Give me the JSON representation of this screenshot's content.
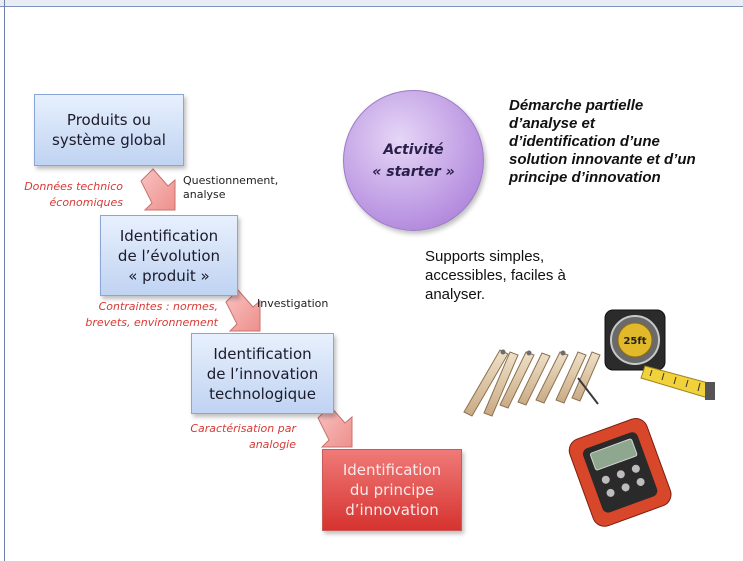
{
  "boxes": {
    "produits": "Produits ou\nsystème global",
    "evolution": "Identification\nde l’évolution\n« produit »",
    "innovation": "Identification\nde l’innovation\ntechnologique",
    "principe": "Identification\ndu principe\nd’innovation"
  },
  "labels": {
    "questionnement": "Questionnement,\nanalyse",
    "investigation": "Investigation",
    "donnees": "Données technico\néconomiques",
    "contraintes": "Contraintes : normes,\nbrevets, environnement",
    "caracterisation": "Caractérisation par\nanalogie"
  },
  "activite": "Activité\n« starter »",
  "title": "Démarche partielle\nd’analyse et\nd’identification d’une\nsolution innovante et d’un\nprincipe d’innovation",
  "supports": "Supports simples,\naccessibles, faciles à\nanalyser.",
  "colors": {
    "box_blue": "#c0d3f2",
    "box_red": "#d6332f",
    "arrow_pink": "#f3a3a1",
    "circle_purple": "#b790e0",
    "red_text": "#d83a36"
  },
  "pictures": [
    "folding-ruler-image",
    "tape-measure-image",
    "laser-meter-image"
  ],
  "tape_display": "25ft"
}
